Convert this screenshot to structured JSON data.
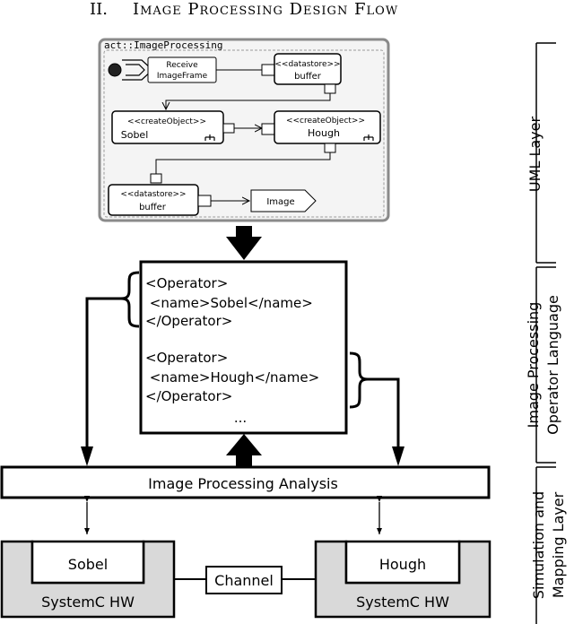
{
  "heading": {
    "number": "II.",
    "title": "Image Processing Design Flow"
  },
  "layers": {
    "uml": "UML Layer",
    "ipol_line1": "Image Processing",
    "ipol_line2": "Operator Language",
    "sim_line1": "Simulation and",
    "sim_line2": "Mapping Layer"
  },
  "uml": {
    "frame_title": "act::ImageProcessing",
    "receive_line1": "Receive",
    "receive_line2": "ImageFrame",
    "datastore_stereotype": "<<datastore>>",
    "create_stereotype": "<<createObject>>",
    "buffer_label": "buffer",
    "sobel_label": "Sobel",
    "hough_label": "Hough",
    "image_label": "Image"
  },
  "xml": {
    "lines": [
      "<Operator>",
      " <name>Sobel</name>",
      "</Operator>",
      "",
      "<Operator>",
      " <name>Hough</name>",
      "</Operator>"
    ],
    "ellipsis": "..."
  },
  "analysis": {
    "label": "Image Processing Analysis"
  },
  "hw": {
    "left_inner": "Sobel",
    "left_outer": "SystemC HW",
    "right_inner": "Hough",
    "right_outer": "SystemC HW",
    "channel": "Channel"
  }
}
